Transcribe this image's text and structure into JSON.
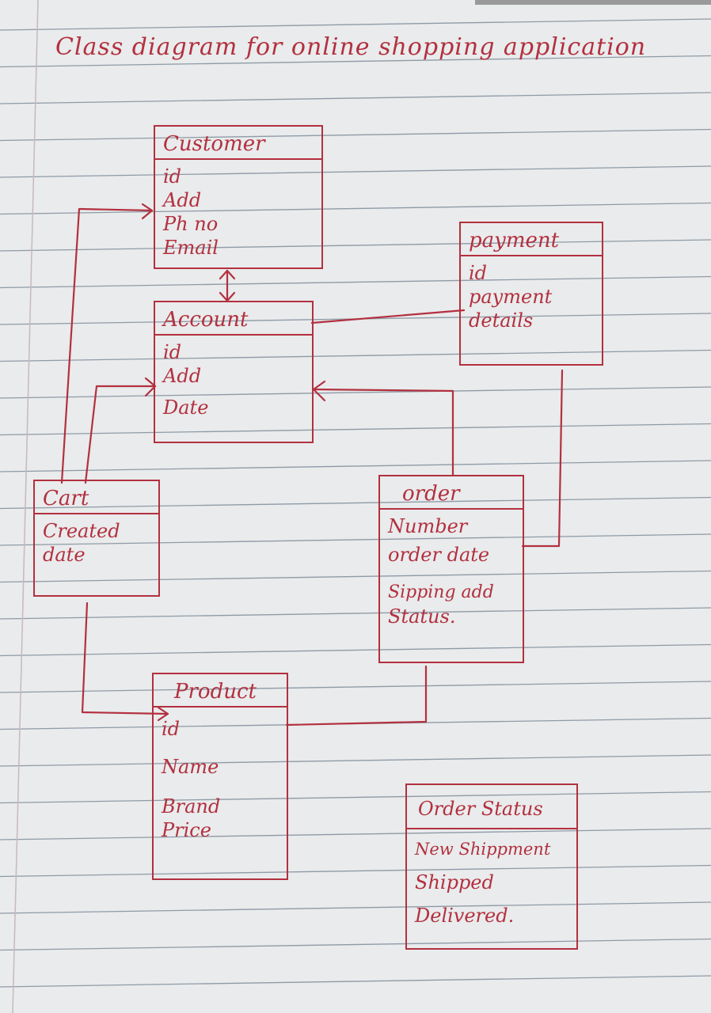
{
  "title": "Class diagram for online shopping application",
  "classes": {
    "customer": {
      "name": "Customer",
      "attributes": [
        "id",
        "Add",
        "Ph no",
        "Email"
      ]
    },
    "payment": {
      "name": "payment",
      "attributes": [
        "id",
        "payment",
        "details"
      ]
    },
    "account": {
      "name": "Account",
      "attributes": [
        "id",
        "Add",
        "Date"
      ]
    },
    "cart": {
      "name": "Cart",
      "attributes": [
        "Created",
        "date"
      ]
    },
    "order": {
      "name": "order",
      "attributes": [
        "Number",
        "order date",
        "Sipping add",
        "Status."
      ]
    },
    "product": {
      "name": "Product",
      "attributes": [
        "id",
        "Name",
        "Brand",
        "Price"
      ]
    },
    "order_status": {
      "name": "Order Status",
      "attributes": [
        "New Shippment",
        "Shipped",
        "Delivered."
      ]
    }
  },
  "colors": {
    "ink": "#b3303f",
    "paper": "#e9ebec",
    "rule": "#8f9aa6"
  }
}
